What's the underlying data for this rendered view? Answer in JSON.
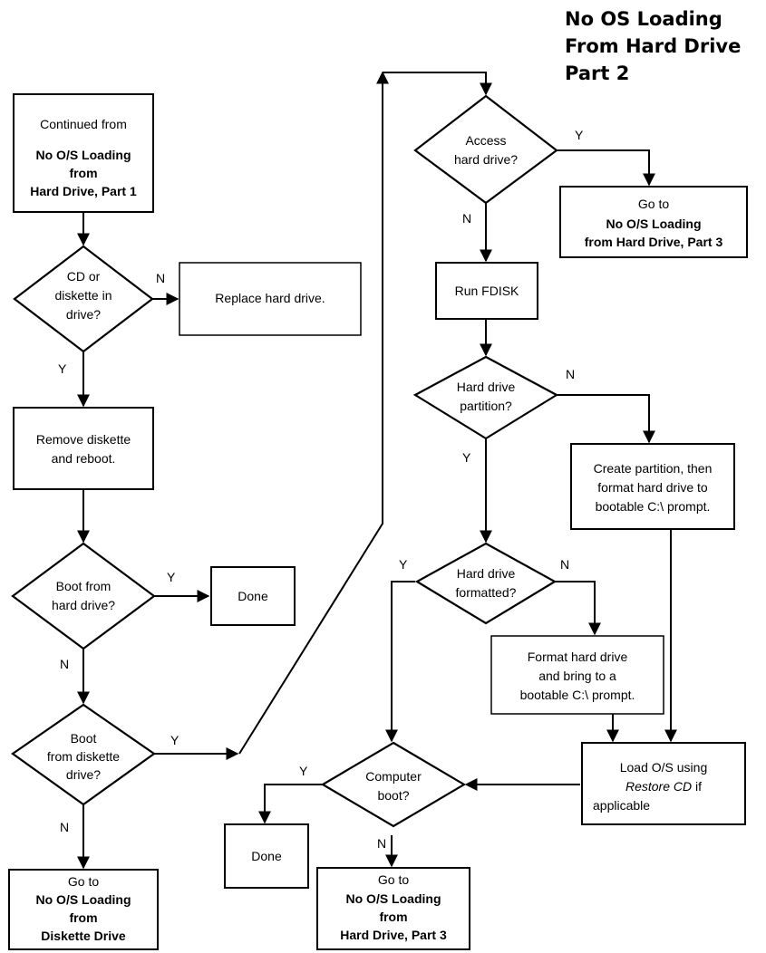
{
  "title": {
    "line1": "No OS Loading",
    "line2": "From Hard Drive",
    "line3": "Part 2"
  },
  "nodes": {
    "start": {
      "line1": "Continued from",
      "line2": "No O/S Loading",
      "line3": "from",
      "line4": "Hard Drive, Part 1"
    },
    "cd_diskette": {
      "line1": "CD or",
      "line2": "diskette in",
      "line3": "drive?"
    },
    "replace_hd": {
      "line1": "Replace hard drive."
    },
    "remove_diskette": {
      "line1": "Remove diskette",
      "line2": "and reboot."
    },
    "boot_hd": {
      "line1": "Boot from",
      "line2": "hard drive?"
    },
    "done_left": {
      "line1": "Done"
    },
    "boot_diskette": {
      "line1": "Boot",
      "line2": "from diskette",
      "line3": "drive?"
    },
    "goto_diskette": {
      "line1": "Go to",
      "line2": "No O/S Loading",
      "line3": "from",
      "line4": "Diskette Drive"
    },
    "access_hd": {
      "line1": "Access",
      "line2": "hard drive?"
    },
    "goto_part3_top": {
      "line1": "Go to",
      "line2": "No O/S Loading",
      "line3": "from Hard Drive, Part 3"
    },
    "run_fdisk": {
      "line1": "Run FDISK"
    },
    "hd_partition": {
      "line1": "Hard drive",
      "line2": "partition?"
    },
    "create_partition": {
      "line1": "Create partition, then",
      "line2": "format hard drive to",
      "line3": "bootable C:\\ prompt."
    },
    "hd_formatted": {
      "line1": "Hard drive",
      "line2": "formatted?"
    },
    "format_hd": {
      "line1": "Format hard drive",
      "line2": "and bring to a",
      "line3": "bootable C:\\ prompt."
    },
    "load_os": {
      "line1": "Load O/S using",
      "line2a": "Restore CD",
      "line2b": " if",
      "line3": "applicable"
    },
    "computer_boot": {
      "line1": "Computer",
      "line2": "boot?"
    },
    "done_bottom": {
      "line1": "Done"
    },
    "goto_part3_bottom": {
      "line1": "Go to",
      "line2": "No O/S Loading",
      "line3": "from",
      "line4": "Hard Drive, Part 3"
    }
  },
  "edge_labels": {
    "cd_no": "N",
    "cd_yes": "Y",
    "boothd_yes": "Y",
    "boothd_no": "N",
    "bootdisk_yes": "Y",
    "bootdisk_no": "N",
    "access_yes": "Y",
    "access_no": "N",
    "partition_no": "N",
    "partition_yes": "Y",
    "formatted_yes": "Y",
    "formatted_no": "N",
    "compboot_yes": "Y",
    "compboot_no": "N"
  }
}
